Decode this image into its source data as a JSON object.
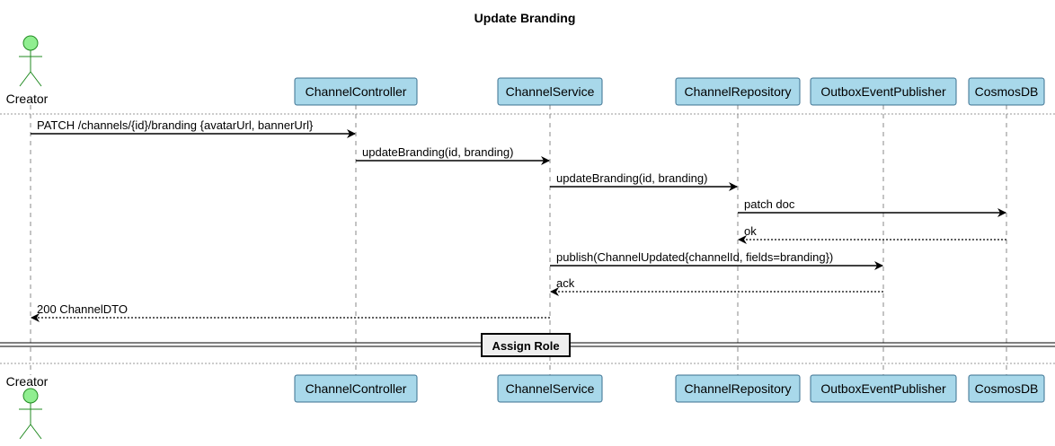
{
  "title": "Update Branding",
  "colors": {
    "participant_fill": "#a8d8ea",
    "participant_stroke": "#3a6f8f",
    "actor_fill": "#90ee90",
    "actor_stroke": "#228b22",
    "lifeline": "#888888"
  },
  "actor": {
    "name": "Creator",
    "icon": "stick-figure-actor"
  },
  "participants": [
    {
      "id": "controller",
      "name": "ChannelController"
    },
    {
      "id": "service",
      "name": "ChannelService"
    },
    {
      "id": "repository",
      "name": "ChannelRepository"
    },
    {
      "id": "publisher",
      "name": "OutboxEventPublisher"
    },
    {
      "id": "cosmos",
      "name": "CosmosDB"
    }
  ],
  "messages": [
    {
      "from": "creator",
      "to": "controller",
      "label": "PATCH /channels/{id}/branding {avatarUrl, bannerUrl}",
      "kind": "sync"
    },
    {
      "from": "controller",
      "to": "service",
      "label": "updateBranding(id, branding)",
      "kind": "sync"
    },
    {
      "from": "service",
      "to": "repository",
      "label": "updateBranding(id, branding)",
      "kind": "sync"
    },
    {
      "from": "repository",
      "to": "cosmos",
      "label": "patch doc",
      "kind": "sync"
    },
    {
      "from": "cosmos",
      "to": "repository",
      "label": "ok",
      "kind": "return"
    },
    {
      "from": "service",
      "to": "publisher",
      "label": "publish(ChannelUpdated{channelId, fields=branding})",
      "kind": "sync"
    },
    {
      "from": "publisher",
      "to": "service",
      "label": "ack",
      "kind": "return"
    },
    {
      "from": "service",
      "to": "creator",
      "label": "200 ChannelDTO",
      "kind": "return"
    }
  ],
  "divider": {
    "label": "Assign Role"
  }
}
